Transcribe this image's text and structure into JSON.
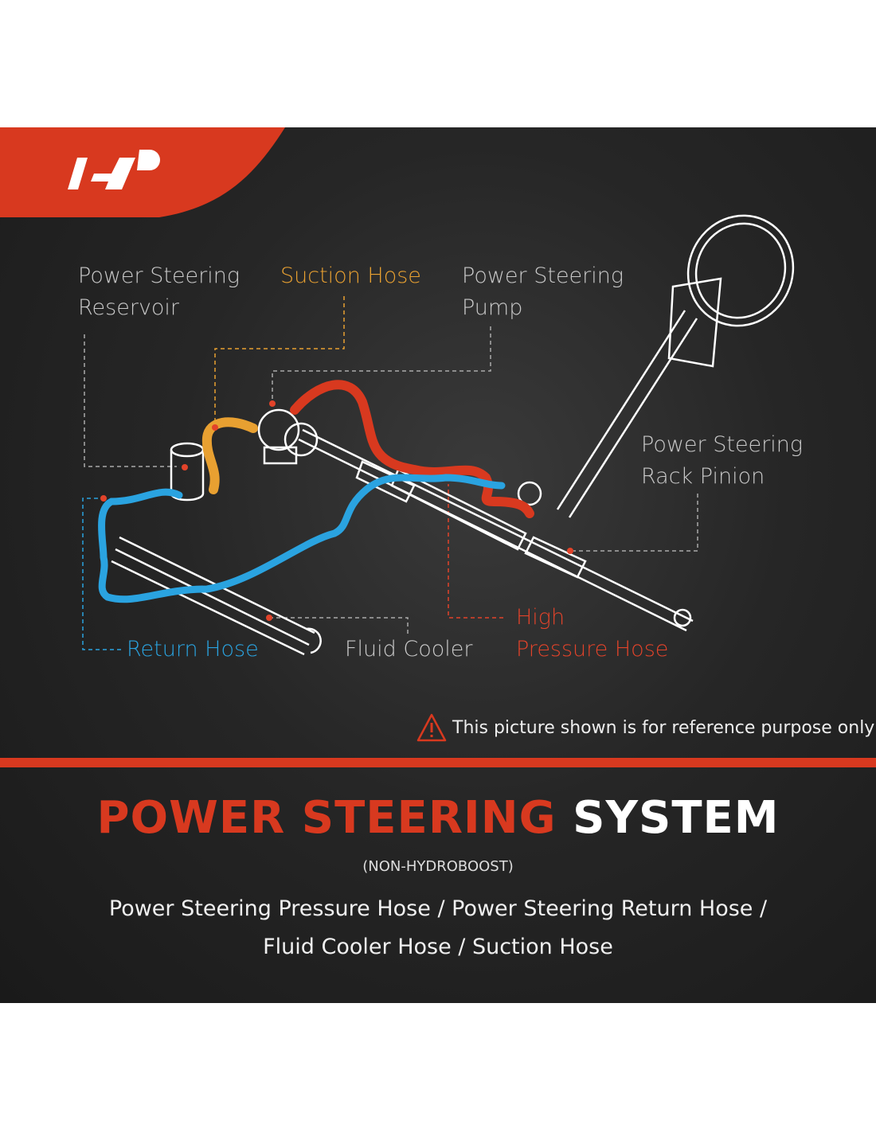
{
  "brand": {
    "logo_text": "A-P",
    "color": "#d8391f"
  },
  "labels": {
    "reservoir": [
      "Power Steering",
      "Reservoir"
    ],
    "suction": "Suction Hose",
    "pump": [
      "Power Steering",
      "Pump"
    ],
    "rack": [
      "Power Steering",
      "Rack Pinion"
    ],
    "return": "Return Hose",
    "cooler": "Fluid Cooler",
    "high_pressure": [
      "High",
      "Pressure Hose"
    ]
  },
  "note": {
    "icon": "warning-triangle-icon",
    "text": "This picture shown is for reference purpose only"
  },
  "title": {
    "part1": "POWER STEERING",
    "part2": "SYSTEM",
    "subtitle": "(NON-HYDROBOOST)"
  },
  "description": {
    "line1": "Power Steering Pressure Hose / Power Steering Return Hose /",
    "line2": "Fluid Cooler Hose / Suction Hose"
  },
  "colors": {
    "red": "#d8391f",
    "orange": "#e8a031",
    "blue": "#2aa3e0"
  }
}
